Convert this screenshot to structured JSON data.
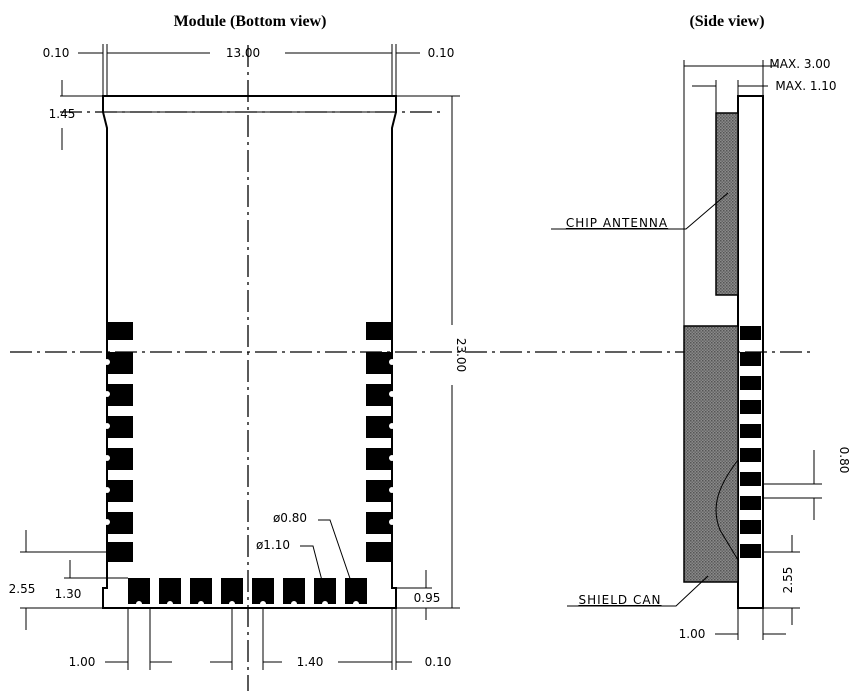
{
  "titles": {
    "bottom_view": "Module (Bottom view)",
    "side_view": "(Side view)"
  },
  "dimensions": {
    "top_left_offset": "0.10",
    "width": "13.00",
    "top_right_offset": "0.10",
    "antenna_gap": "1.45",
    "height": "23.00",
    "pitch_side": "2.55",
    "pad_row_offset": "1.30",
    "bottom_right_offset": "0.95",
    "hole_diameter": "ø0.80",
    "pad_diameter": "ø1.10",
    "pad_left_edge": "1.00",
    "pad_pitch": "1.40",
    "bottom_right_edge": "0.10",
    "max_height": "MAX. 3.00",
    "max_pcb": "MAX. 1.10",
    "side_pad_height": "0.80",
    "side_pitch": "2.55",
    "side_bottom": "1.00"
  },
  "labels": {
    "chip_antenna": "CHIP ANTENNA",
    "shield_can": "SHIELD CAN"
  },
  "colors": {
    "ink": "#000000",
    "hatch": "#555555"
  }
}
